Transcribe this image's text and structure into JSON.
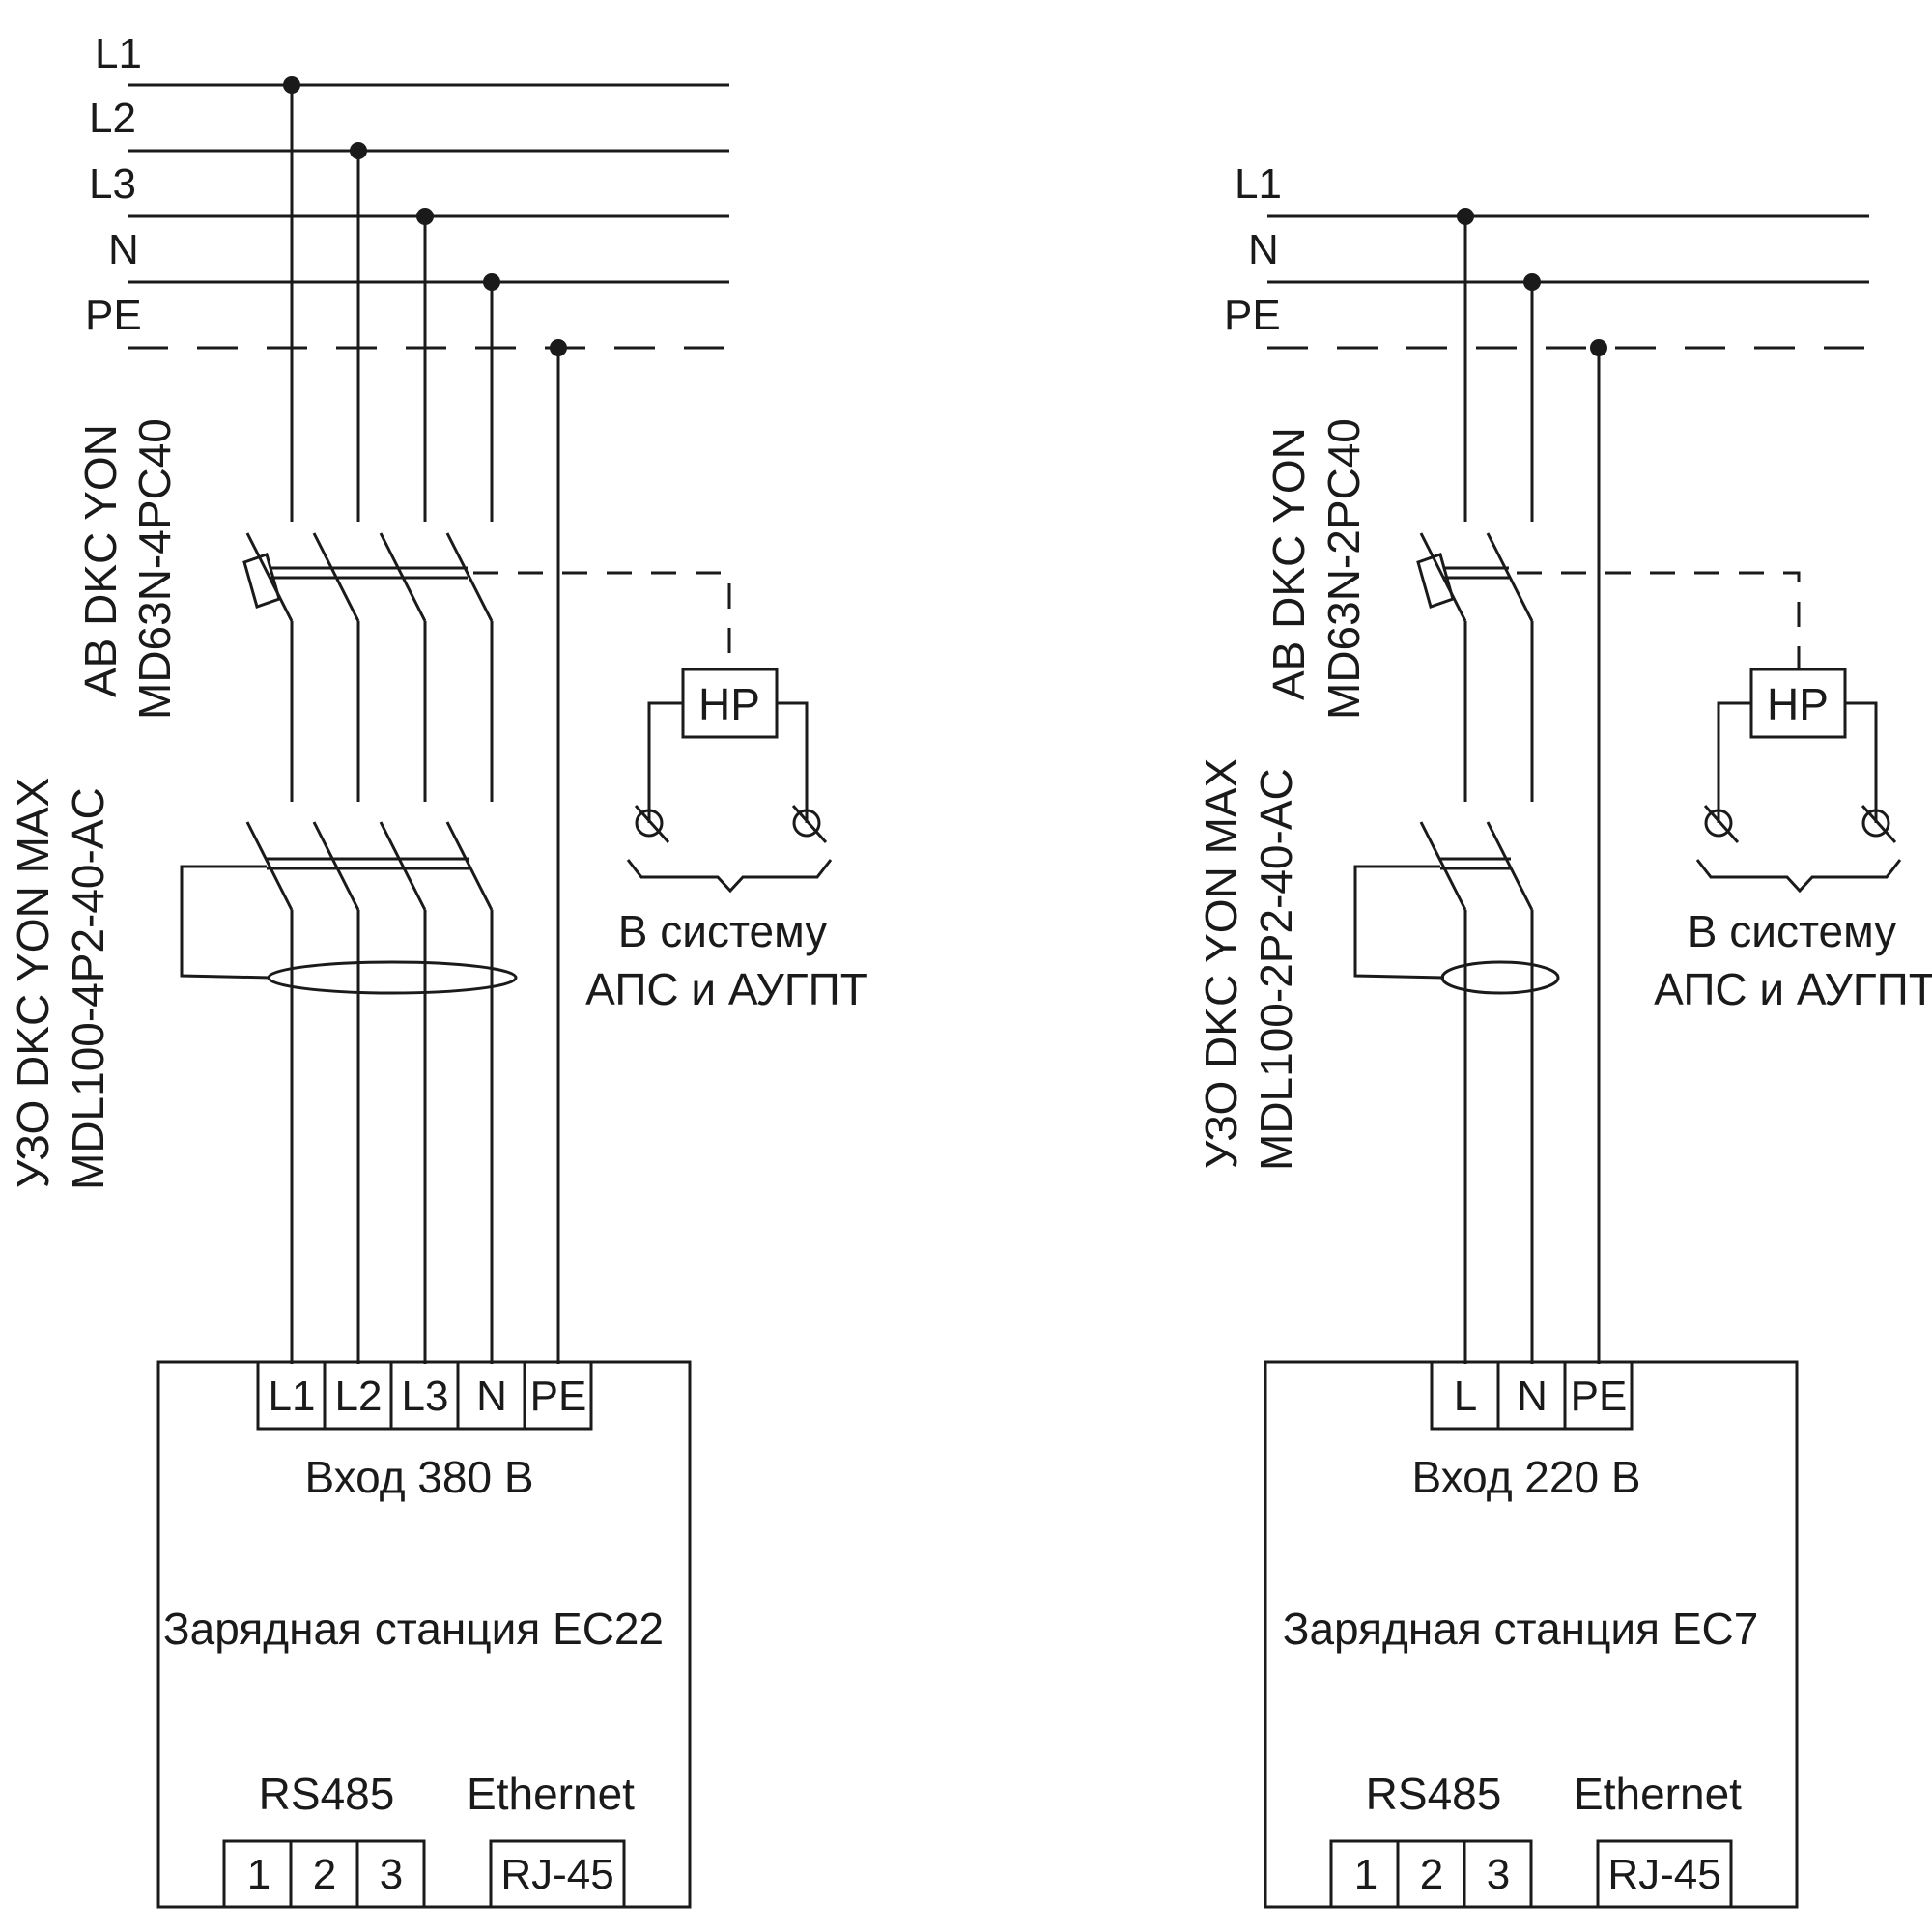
{
  "left": {
    "buses": [
      "L1",
      "L2",
      "L3",
      "N",
      "PE"
    ],
    "breaker_label": [
      "АВ DKC YON",
      "MD63N-4PC40"
    ],
    "rcd_label": [
      "УЗО DKC YON MAX",
      "MDL100-4P2-40-AC"
    ],
    "relay": "НР",
    "signal_label": [
      "В систему",
      "АПС и АУГПТ"
    ],
    "terminals": [
      "L1",
      "L2",
      "L3",
      "N",
      "PE"
    ],
    "input": "Вход 380 В",
    "station": "Зарядная станция EC22",
    "rs485": "RS485",
    "ethernet": "Ethernet",
    "rs_terms": [
      "1",
      "2",
      "3"
    ],
    "rj45": "RJ-45"
  },
  "right": {
    "buses": [
      "L1",
      "N",
      "PE"
    ],
    "breaker_label": [
      "АВ DKC YON",
      "MD63N-2PC40"
    ],
    "rcd_label": [
      "УЗО DKC YON MAX",
      "MDL100-2P2-40-AC"
    ],
    "relay": "НР",
    "signal_label": [
      "В систему",
      "АПС и АУГПТ"
    ],
    "terminals": [
      "L",
      "N",
      "PE"
    ],
    "input": "Вход 220 В",
    "station": "Зарядная станция EC7",
    "rs485": "RS485",
    "ethernet": "Ethernet",
    "rs_terms": [
      "1",
      "2",
      "3"
    ],
    "rj45": "RJ-45"
  }
}
